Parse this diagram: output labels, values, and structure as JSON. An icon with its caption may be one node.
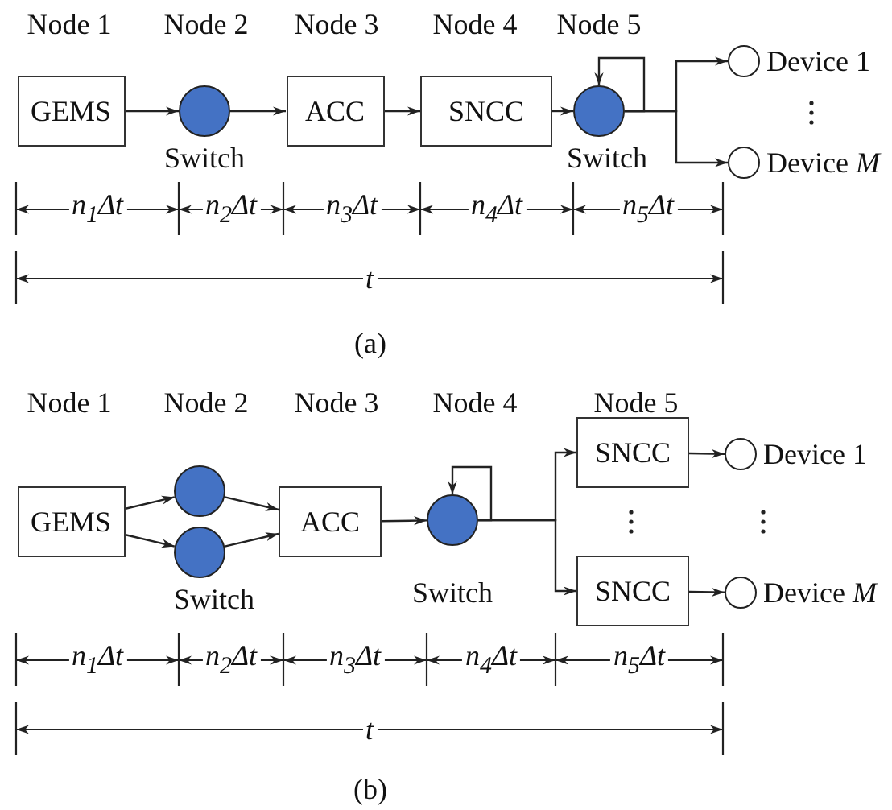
{
  "diagram": {
    "nodes": [
      {
        "text": [
          "GEMS"
        ]
      },
      {
        "text": [],
        "shape": "circle",
        "beside": [
          "Switch"
        ]
      },
      {
        "text": [
          "ACC"
        ]
      },
      {
        "text": [
          "SNCC"
        ]
      },
      {
        "text": [],
        "shape": "circle",
        "beside": [
          "Switch"
        ]
      },
      {
        "text": [],
        "shape": "circle",
        "beside": [
          "Device 1"
        ]
      },
      {
        "text": [],
        "shape": "circle",
        "beside": [
          "Device *M*"
        ]
      },
      {
        "text": [
          "GEMS"
        ]
      },
      {
        "text": [],
        "shape": "circle"
      },
      {
        "text": [],
        "shape": "circle",
        "beside": [
          "Switch"
        ]
      },
      {
        "text": [
          "ACC"
        ]
      },
      {
        "text": [],
        "shape": "circle",
        "beside": [
          "Switch"
        ]
      },
      {
        "text": [
          "SNCC"
        ]
      },
      {
        "text": [
          "SNCC"
        ]
      },
      {
        "text": [],
        "shape": "circle",
        "beside": [
          "Device 1"
        ]
      },
      {
        "text": [],
        "shape": "circle",
        "beside": [
          "Device *M*"
        ]
      }
    ],
    "edges": [
      {
        "from": 0,
        "to": 1,
        "arrow": "to"
      },
      {
        "from": 1,
        "to": 2,
        "arrow": "to"
      },
      {
        "from": 2,
        "to": 3,
        "arrow": "to"
      },
      {
        "from": 3,
        "to": 4,
        "arrow": "to"
      },
      {
        "from": 4,
        "to": 4,
        "arrow": "to"
      },
      {
        "from": 4,
        "to": 5,
        "arrow": "to"
      },
      {
        "from": 4,
        "to": 6,
        "arrow": "to"
      },
      {
        "from": 7,
        "to": 8,
        "arrow": "to"
      },
      {
        "from": 7,
        "to": 9,
        "arrow": "to"
      },
      {
        "from": 8,
        "to": 10,
        "arrow": "to"
      },
      {
        "from": 9,
        "to": 10,
        "arrow": "to"
      },
      {
        "from": 10,
        "to": 11,
        "arrow": "to"
      },
      {
        "from": 11,
        "to": 11,
        "arrow": "to"
      },
      {
        "from": 11,
        "to": 12,
        "arrow": "to"
      },
      {
        "from": 11,
        "to": 13,
        "arrow": "to"
      },
      {
        "from": 12,
        "to": 14,
        "arrow": "to"
      },
      {
        "from": 13,
        "to": 15,
        "arrow": "to"
      }
    ],
    "labels": [
      "Node 1",
      "Node 2",
      "Node 3",
      "Node 4",
      "Node 5",
      "n$_{1}$Δt",
      "n$_{2}$Δt",
      "n$_{3}$Δt",
      "n$_{4}$Δt",
      "n$_{5}$Δt",
      "*t*",
      "(a)",
      "Node 1",
      "Node 2",
      "Node 3",
      "Node 4",
      "Node 5",
      "n$_{1}$Δt",
      "n$_{2}$Δt",
      "n$_{3}$Δt",
      "n$_{4}$Δt",
      "n$_{5}$Δt",
      "*t*",
      "(b)"
    ]
  }
}
